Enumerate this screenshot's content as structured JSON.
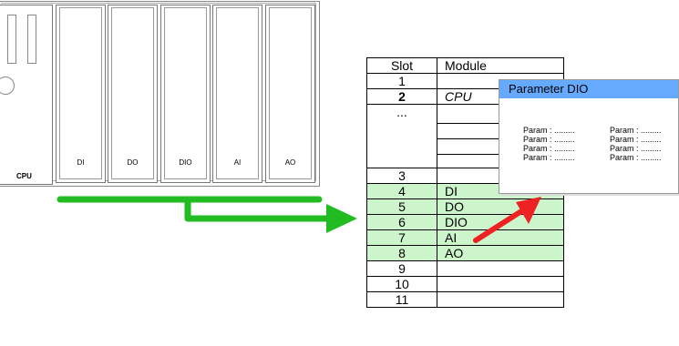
{
  "rack": {
    "cpu_label": "CPU",
    "modules": [
      "DI",
      "DO",
      "DIO",
      "AI",
      "AO"
    ]
  },
  "table": {
    "headers": {
      "slot": "Slot",
      "module": "Module"
    },
    "rows": [
      {
        "slot": "1",
        "module": ""
      },
      {
        "slot": "2",
        "module": "CPU"
      },
      {
        "slot": "...",
        "module": ""
      },
      {
        "slot": "3",
        "module": ""
      },
      {
        "slot": "4",
        "module": "DI"
      },
      {
        "slot": "5",
        "module": "DO"
      },
      {
        "slot": "6",
        "module": "DIO"
      },
      {
        "slot": "7",
        "module": "AI"
      },
      {
        "slot": "8",
        "module": "AO"
      },
      {
        "slot": "9",
        "module": ""
      },
      {
        "slot": "10",
        "module": ""
      },
      {
        "slot": "11",
        "module": ""
      }
    ]
  },
  "parameter_dialog": {
    "title": "Parameter DIO",
    "col1": [
      "Param : .........",
      "Param : .........",
      "Param : .........",
      "Param : ........."
    ],
    "col2": [
      "Param : .........",
      "Param : .........",
      "Param : .........",
      "Param : ........."
    ]
  },
  "colors": {
    "green_arrow": "#22bb22",
    "red_arrow": "#ee2222",
    "row_highlight": "#ccf5cc",
    "dialog_title": "#66aaff"
  }
}
